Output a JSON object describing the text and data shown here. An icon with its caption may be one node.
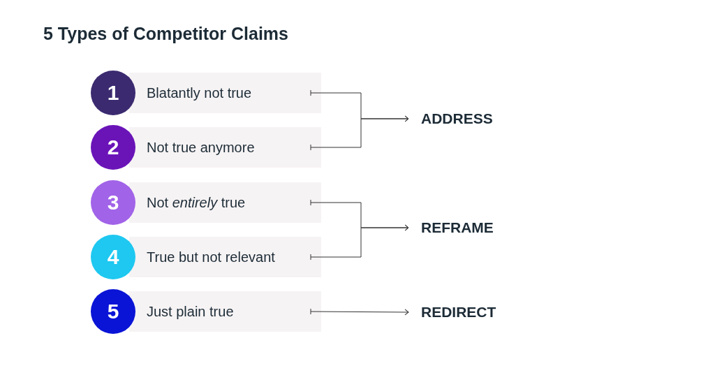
{
  "diagram": {
    "title": "5 Types of Competitor Claims",
    "nodes": [
      {
        "text": [
          "1"
        ]
      },
      {
        "text": [
          "Blatantly not true"
        ]
      },
      {
        "text": [
          "2"
        ]
      },
      {
        "text": [
          "Not true anymore"
        ]
      },
      {
        "text": [
          "3"
        ]
      },
      {
        "text": [
          "Not *entirely* true"
        ]
      },
      {
        "text": [
          "4"
        ]
      },
      {
        "text": [
          "True but not relevant"
        ]
      },
      {
        "text": [
          "5"
        ]
      },
      {
        "text": [
          "Just plain true"
        ]
      },
      {
        "text": [
          "ADDRESS"
        ]
      },
      {
        "text": [
          "REFRAME"
        ]
      },
      {
        "text": [
          "REDIRECT"
        ]
      }
    ],
    "edges": [
      {
        "from": 1,
        "to": 10,
        "arrow": "to"
      },
      {
        "from": 3,
        "to": 10,
        "arrow": "to"
      },
      {
        "from": 5,
        "to": 11,
        "arrow": "to"
      },
      {
        "from": 7,
        "to": 11,
        "arrow": "to"
      },
      {
        "from": 9,
        "to": 12,
        "arrow": "to"
      }
    ]
  }
}
